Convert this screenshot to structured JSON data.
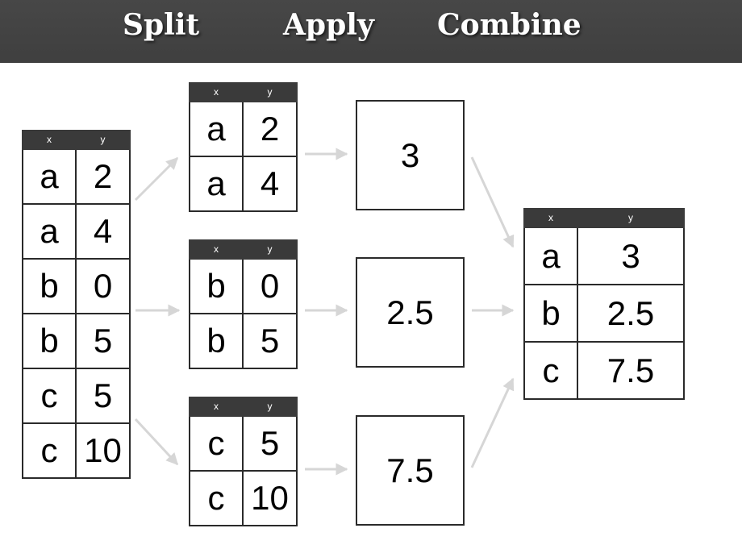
{
  "header": {
    "stages": [
      "Split",
      "Apply",
      "Combine"
    ]
  },
  "column_headers": [
    "x",
    "y"
  ],
  "input_table": {
    "rows": [
      {
        "x": "a",
        "y": "2"
      },
      {
        "x": "a",
        "y": "4"
      },
      {
        "x": "b",
        "y": "0"
      },
      {
        "x": "b",
        "y": "5"
      },
      {
        "x": "c",
        "y": "5"
      },
      {
        "x": "c",
        "y": "10"
      }
    ]
  },
  "groups": [
    {
      "rows": [
        {
          "x": "a",
          "y": "2"
        },
        {
          "x": "a",
          "y": "4"
        }
      ]
    },
    {
      "rows": [
        {
          "x": "b",
          "y": "0"
        },
        {
          "x": "b",
          "y": "5"
        }
      ]
    },
    {
      "rows": [
        {
          "x": "c",
          "y": "5"
        },
        {
          "x": "c",
          "y": "10"
        }
      ]
    }
  ],
  "applied_values": [
    "3",
    "2.5",
    "7.5"
  ],
  "result_table": {
    "rows": [
      {
        "x": "a",
        "y": "3"
      },
      {
        "x": "b",
        "y": "2.5"
      },
      {
        "x": "c",
        "y": "7.5"
      }
    ]
  },
  "colors": {
    "header_bg": "#444444",
    "arrow": "#d6d6d6",
    "table_header": "#3a3a3a"
  }
}
